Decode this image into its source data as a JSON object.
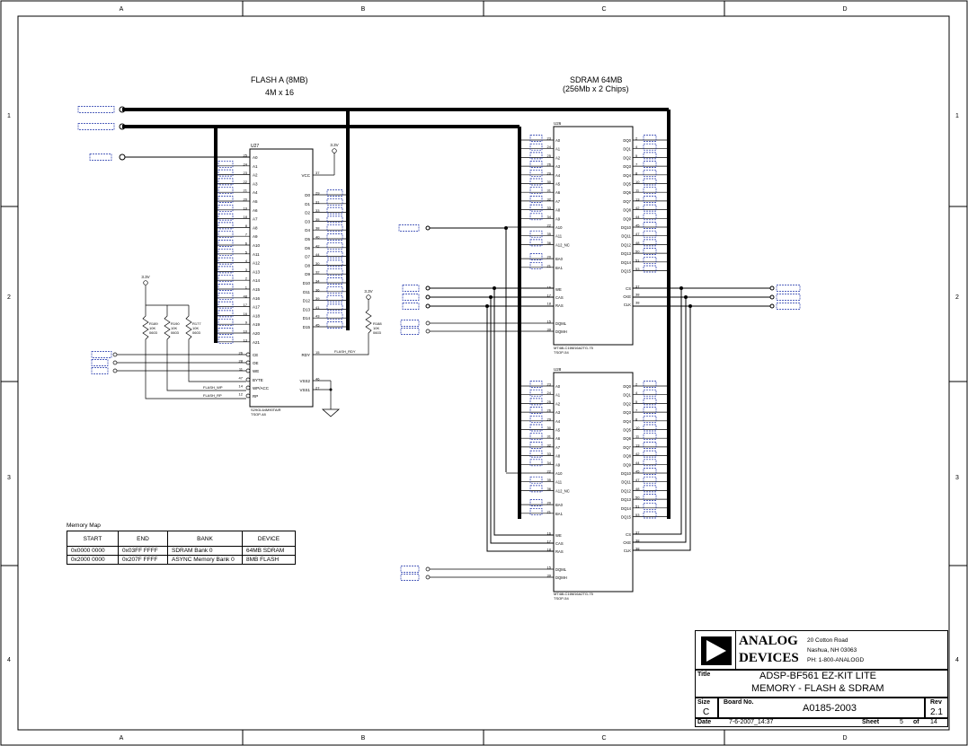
{
  "zones": {
    "columns": [
      "A",
      "B",
      "C",
      "D"
    ],
    "rows": [
      "1",
      "2",
      "3",
      "4"
    ]
  },
  "flash": {
    "title": "FLASH A (8MB)",
    "subtitle": "4M x 16",
    "ref": "U27",
    "part": "S29GL64M90TAIR",
    "package": "TSOP-48",
    "vcc_label": "VCC",
    "vcc_pin": "37",
    "supply": "3.3V",
    "addr_pins": [
      "A0",
      "A1",
      "A2",
      "A3",
      "A4",
      "A5",
      "A6",
      "A7",
      "A8",
      "A9",
      "A10",
      "A11",
      "A12",
      "A13",
      "A14",
      "A15",
      "A16",
      "A17",
      "A18",
      "A19",
      "A20",
      "A21"
    ],
    "addr_nums": [
      "25",
      "24",
      "23",
      "22",
      "21",
      "20",
      "19",
      "18",
      "8",
      "7",
      "6",
      "5",
      "4",
      "3",
      "2",
      "1",
      "48",
      "17",
      "16",
      "9",
      "10",
      "13"
    ],
    "data_pins": [
      "D0",
      "D1",
      "D2",
      "D3",
      "D4",
      "D5",
      "D6",
      "D7",
      "D8",
      "D9",
      "D10",
      "D11",
      "D12",
      "D13",
      "D14",
      "D15"
    ],
    "data_nums": [
      "29",
      "31",
      "33",
      "35",
      "38",
      "40",
      "42",
      "44",
      "30",
      "32",
      "34",
      "36",
      "39",
      "41",
      "43",
      "45"
    ],
    "ctrl_pins": [
      "CE",
      "OE",
      "WE",
      "BYTE",
      "WP/ACC",
      "RP"
    ],
    "ctrl_nums": [
      "26",
      "28",
      "11",
      "47",
      "14",
      "12"
    ],
    "rdy_label": "RDY",
    "rdy_pin": "15",
    "vss_labels": [
      "VSS2",
      "VSS1"
    ],
    "vss_pins": [
      "46",
      "27"
    ],
    "nets": {
      "flash_wp": "FLASH_WP",
      "flash_rp": "FLASH_RP",
      "flash_rdy": "FLASH_RDY"
    },
    "resistors": [
      {
        "ref": "R189",
        "value": "10K",
        "pkg": "0603"
      },
      {
        "ref": "R190",
        "value": "10K",
        "pkg": "0603"
      },
      {
        "ref": "R177",
        "value": "10K",
        "pkg": "0603"
      }
    ],
    "rdy_resistor": {
      "ref": "R188",
      "value": "10K",
      "pkg": "0603"
    },
    "supply_left": "3.3V",
    "supply_right": "3.3V"
  },
  "sdram": {
    "title": "SDRAM 64MB",
    "subtitle": "(256Mb x 2 Chips)",
    "chips": [
      {
        "ref": "U26",
        "part": "MT48LC16M16A2TG-75",
        "package": "TSOP-54"
      },
      {
        "ref": "U28",
        "part": "MT48LC16M16A2TG-75",
        "package": "TSOP-54"
      }
    ],
    "addr_pins": [
      "A0",
      "A1",
      "A2",
      "A3",
      "A4",
      "A5",
      "A6",
      "A7",
      "A8",
      "A9",
      "A10",
      "A11",
      "A12_NC",
      "BA0",
      "BA1"
    ],
    "addr_nums": [
      "23",
      "24",
      "25",
      "26",
      "29",
      "30",
      "31",
      "32",
      "33",
      "34",
      "22",
      "35",
      "36",
      "20",
      "21"
    ],
    "data_pins": [
      "DQ0",
      "DQ1",
      "DQ2",
      "DQ3",
      "DQ4",
      "DQ5",
      "DQ6",
      "DQ7",
      "DQ8",
      "DQ9",
      "DQ10",
      "DQ11",
      "DQ12",
      "DQ13",
      "DQ14",
      "DQ15"
    ],
    "data_nums": [
      "2",
      "4",
      "5",
      "7",
      "8",
      "10",
      "11",
      "13",
      "42",
      "44",
      "45",
      "47",
      "48",
      "50",
      "51",
      "53"
    ],
    "ctrl_pins": [
      "WE",
      "CAS",
      "RAS",
      "CS",
      "DQML",
      "DQMH"
    ],
    "ctrl_nums": [
      "16",
      "17",
      "18",
      "19",
      "15",
      "39"
    ],
    "clk_pins": [
      "CKE",
      "CLK",
      "CLK"
    ],
    "clk_nums": [
      "37",
      "38",
      "38"
    ]
  },
  "memory_map": {
    "caption": "Memory Map",
    "headers": [
      "START",
      "END",
      "BANK",
      "DEVICE"
    ],
    "rows": [
      [
        "0x0000 0000",
        "0x03FF FFFF",
        "SDRAM Bank 0",
        "64MB SDRAM"
      ],
      [
        "0x2000 0000",
        "0x207F FFFF",
        "ASYNC Memory Bank 0",
        "8MB FLASH"
      ]
    ]
  },
  "title_block": {
    "company_line1": "ANALOG",
    "company_line2": "DEVICES",
    "address1": "20 Cotton Road",
    "address2": "Nashua, NH 03063",
    "phone": "PH: 1-800-ANALOGD",
    "title_label": "Title",
    "title_line1": "ADSP-BF561 EZ-KIT LITE",
    "title_line2": "MEMORY - FLASH & SDRAM",
    "size_label": "Size",
    "size_value": "C",
    "board_label": "Board No.",
    "board_value": "A0185-2003",
    "rev_label": "Rev",
    "rev_value": "2.1",
    "date_label": "Date",
    "date_value": "7-6-2007_14:37",
    "sheet_label": "Sheet",
    "sheet_num": "5",
    "of_label": "of",
    "sheet_total": "14"
  },
  "colors": {
    "wire": "#000000",
    "netlabel": "#1a2fa8"
  }
}
